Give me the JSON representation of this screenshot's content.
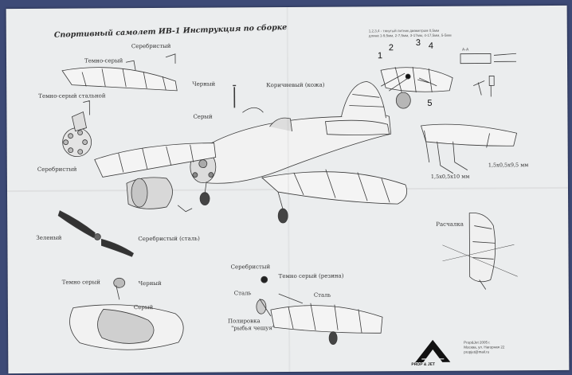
{
  "title": "Спортивный самолет ИВ-1 Инструкция по сборке",
  "labels": {
    "wing_silver": "Серебристый",
    "wing_dark_gray": "Темно-серый",
    "engine_dark_gray_steel": "Темно-серый стальной",
    "engine_silver": "Серебристый",
    "black": "Черный",
    "gray": "Серый",
    "cockpit_brown": "Коричневый (кожа)",
    "prop_green": "Зеленый",
    "prop_silver_steel": "Серебристый (сталь)",
    "tail_dark_gray": "Темно серый",
    "tail_black": "Черный",
    "tail_gray": "Серый",
    "gear_silver": "Серебристый",
    "gear_dark_gray_rubber": "Темно серый (резина)",
    "gear_steel": "Сталь",
    "gear_steel_2": "Сталь",
    "polish": "Полировка",
    "fish_scale": "\"рыбья чешуя\"",
    "bracing": "Расчалка",
    "dim_1": "1,5x0,5x9,5 мм",
    "dim_2": "1,5x0,5x10 мм"
  },
  "callouts": [
    "1",
    "2",
    "3",
    "4",
    "5"
  ],
  "note_lines": [
    "1,2,3,4 - тянутый литник диаметром 0,5мм",
    "длина 1-9,5мм, 2-7,5мм, 3-17мм, 4-17,5мм, 5-5мм"
  ],
  "section_label": "A-A",
  "brand": "PROP & JET",
  "contact_lines": [
    "Prop&Jet 2005 г.",
    "Москва, ул. Нагорная 22",
    "propjet@mail.ru"
  ]
}
